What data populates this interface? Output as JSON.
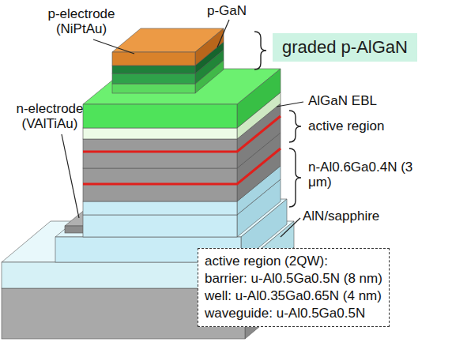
{
  "diagram": {
    "nodes": [
      {
        "text": [
          "graded p-AlGaN"
        ]
      },
      {
        "text": [
          "active region (2QW):",
          "barrier: u-Al0.5Ga0.5N (8 nm)",
          "well: u-Al0.35Ga0.65N (4 nm)",
          "waveguide: u-Al0.5Ga0.5N"
        ]
      }
    ],
    "labels": [
      "p-electrode (NiPtAu)",
      "p-GaN",
      "n-electrode (VAlTiAu)",
      "AlGaN EBL",
      "active region",
      "n-Al0.6Ga0.4N (3 μm)",
      "AlN/sapphire"
    ]
  }
}
